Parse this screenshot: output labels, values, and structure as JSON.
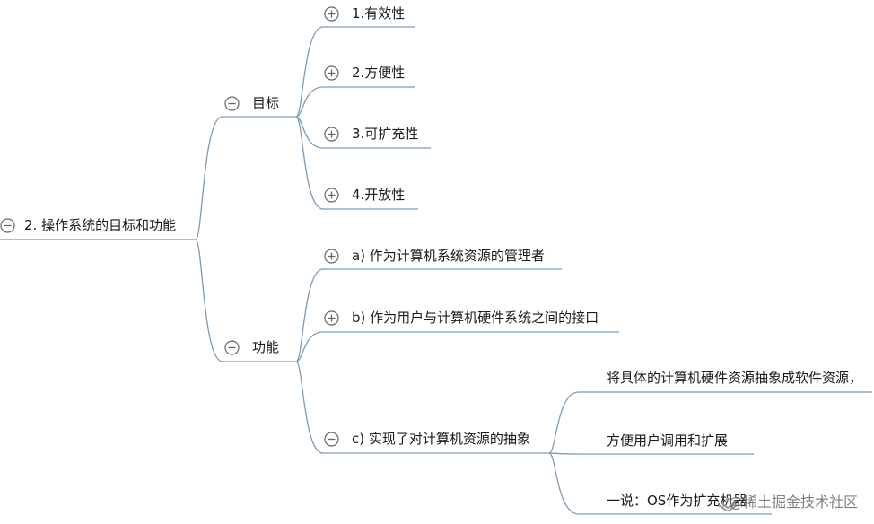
{
  "colors": {
    "branch": "#7a9cb6",
    "icon": "#666666",
    "text": "#1a1a1a"
  },
  "root": {
    "label": "2. 操作系统的目标和功能",
    "state": "collapse"
  },
  "goals": {
    "label": "目标",
    "state": "collapse",
    "items": [
      {
        "label": "1.有效性",
        "state": "expand"
      },
      {
        "label": "2.方便性",
        "state": "expand"
      },
      {
        "label": "3.可扩充性",
        "state": "expand"
      },
      {
        "label": "4.开放性",
        "state": "expand"
      }
    ]
  },
  "functions": {
    "label": "功能",
    "state": "collapse",
    "items": [
      {
        "label": "a) 作为计算机系统资源的管理者",
        "state": "expand"
      },
      {
        "label": "b) 作为用户与计算机硬件系统之间的接口",
        "state": "expand"
      },
      {
        "label": "c) 实现了对计算机资源的抽象",
        "state": "collapse"
      }
    ],
    "abstraction_children": [
      "将具体的计算机硬件资源抽象成软件资源，",
      "方便用户调用和扩展",
      "一说：OS作为扩充机器"
    ]
  },
  "watermark": "@稀土掘金技术社区"
}
